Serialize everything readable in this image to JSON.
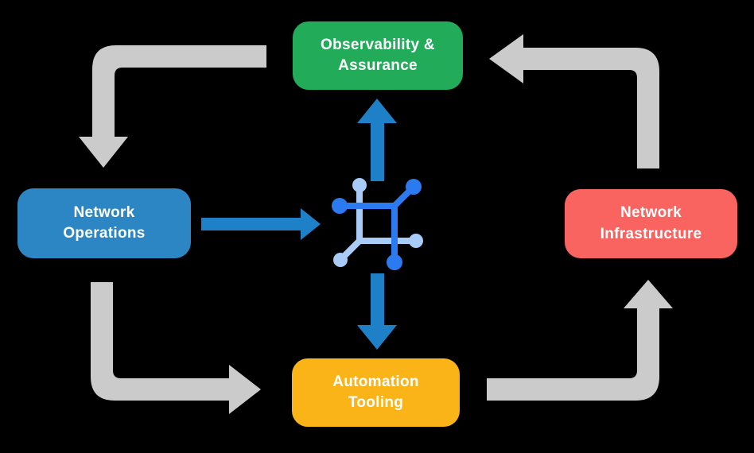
{
  "diagram": {
    "background": "#000000",
    "nodes": [
      {
        "id": "observability-assurance",
        "lines": [
          "Observability &",
          "Assurance"
        ],
        "color": "#22ab59",
        "text_color": "#ffffff"
      },
      {
        "id": "network-operations",
        "lines": [
          "Network",
          "Operations"
        ],
        "color": "#2d86c4",
        "text_color": "#ffffff"
      },
      {
        "id": "network-infrastructure",
        "lines": [
          "Network",
          "Infrastructure"
        ],
        "color": "#f96360",
        "text_color": "#ffffff"
      },
      {
        "id": "automation-tooling",
        "lines": [
          "Automation",
          "Tooling"
        ],
        "color": "#fab417",
        "text_color": "#ffffff"
      }
    ],
    "center_icon": {
      "name": "network-mesh-icon",
      "dark_blue": "#2b7af0",
      "light_blue": "#a8cbf7"
    },
    "arrow_colors": {
      "gray": "#cbcbcb",
      "blue": "#1e80c6"
    },
    "edges": [
      {
        "from": "observability-assurance",
        "to": "network-operations",
        "style": "gray"
      },
      {
        "from": "network-operations",
        "to": "automation-tooling",
        "style": "gray"
      },
      {
        "from": "automation-tooling",
        "to": "network-infrastructure",
        "style": "gray"
      },
      {
        "from": "network-infrastructure",
        "to": "observability-assurance",
        "style": "gray"
      },
      {
        "from": "network-operations",
        "to": "center-icon",
        "style": "blue"
      },
      {
        "from": "center-icon",
        "to": "observability-assurance",
        "style": "blue"
      },
      {
        "from": "center-icon",
        "to": "automation-tooling",
        "style": "blue"
      }
    ]
  }
}
